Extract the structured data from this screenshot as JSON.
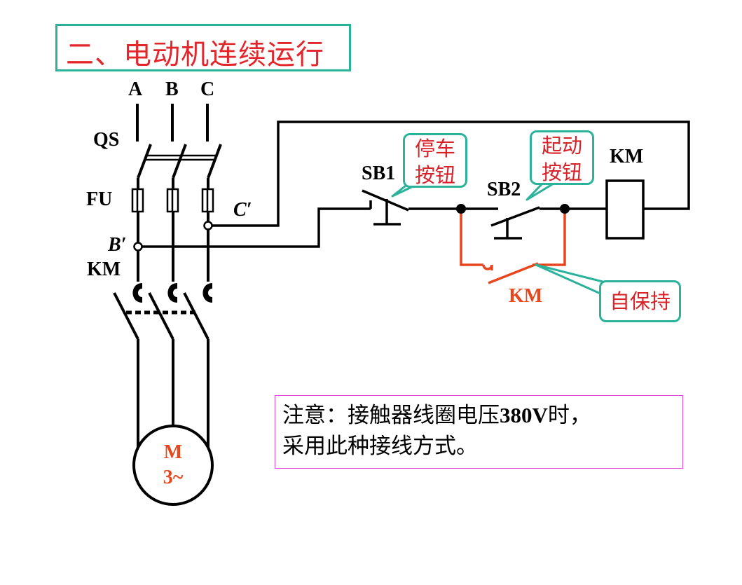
{
  "title": "二、电动机连续运行",
  "phases": [
    "A",
    "B",
    "C"
  ],
  "labels": {
    "qs": "QS",
    "fu": "FU",
    "km_main": "KM",
    "b_prime": "B′",
    "c_prime": "C′",
    "sb1": "SB1",
    "sb2": "SB2",
    "km_coil": "KM",
    "km_aux": "KM"
  },
  "callouts": {
    "stop": [
      "停车",
      "按钮"
    ],
    "start": [
      "起动",
      "按钮"
    ],
    "self_hold": "自保持"
  },
  "motor": {
    "line1": "M",
    "line2": "3~"
  },
  "note": {
    "line1_pre": "注意：接触器线圈电压",
    "line1_bold": "380V",
    "line1_post": "时，",
    "line2": "采用此种接线方式。"
  },
  "colors": {
    "title": "#e3262b",
    "callout_border": "#2ab39a",
    "self_hold_branch": "#e8471e",
    "note_border": "#e24bd9",
    "wire": "#000000"
  }
}
